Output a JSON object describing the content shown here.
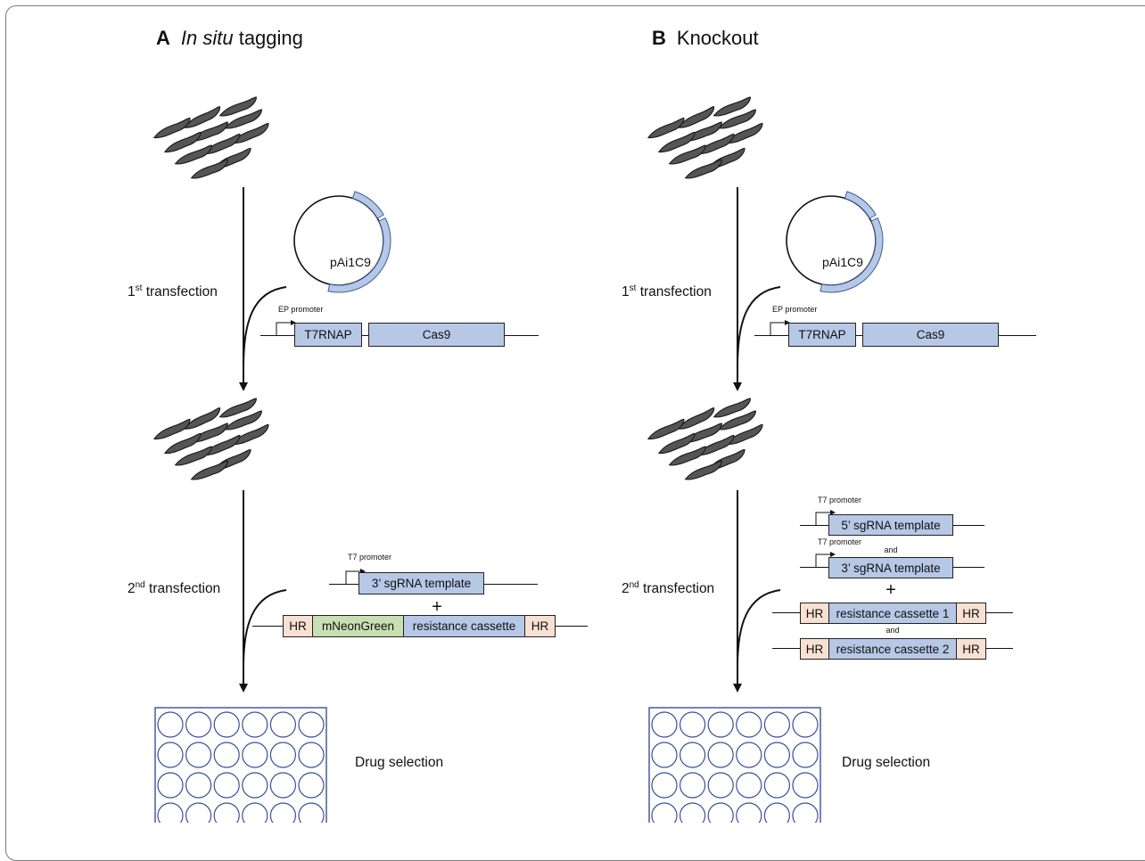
{
  "panel_a": {
    "letter": "A",
    "title": "In situ tagging",
    "plasmid": "pAi1C9",
    "first_transfection": {
      "prefix": "1",
      "sup": "st",
      "suffix": " transfection"
    },
    "promoter": "EP promoter",
    "genes": [
      "T7RNAP",
      "Cas9"
    ],
    "second_transfection": {
      "prefix": "2",
      "sup": "nd",
      "suffix": " transfection"
    },
    "t7_promoter": "T7 promoter",
    "sgrna": "3’ sgRNA template",
    "plus": "+",
    "donor": [
      "HR",
      "mNeonGreen",
      "resistance cassette",
      "HR"
    ],
    "drug_selection": "Drug selection"
  },
  "panel_b": {
    "letter": "B",
    "title": "Knockout",
    "plasmid": "pAi1C9",
    "first_transfection": {
      "prefix": "1",
      "sup": "st",
      "suffix": " transfection"
    },
    "promoter": "EP promoter",
    "genes": [
      "T7RNAP",
      "Cas9"
    ],
    "second_transfection": {
      "prefix": "2",
      "sup": "nd",
      "suffix": " transfection"
    },
    "t7_promoter_1": "T7 promoter",
    "sgrna_5": "5’ sgRNA template",
    "t7_promoter_2": "T7 promoter",
    "and_1": "and",
    "sgrna_3": "3’ sgRNA template",
    "plus": "+",
    "donor_1": [
      "HR",
      "resistance cassette 1",
      "HR"
    ],
    "and_2": "and",
    "donor_2": [
      "HR",
      "resistance cassette 2",
      "HR"
    ],
    "drug_selection": "Drug selection"
  },
  "colors": {
    "gene_blue": "#b6c8e6",
    "fluor_green": "#c7dfb2",
    "hr_peach": "#f8e0d2",
    "plate_blue": "#3a4f9a",
    "parasite": "#555555"
  },
  "icons": [
    "parasite-cluster-icon",
    "plasmid-icon",
    "promoter-arrow-icon",
    "well-plate-icon"
  ]
}
